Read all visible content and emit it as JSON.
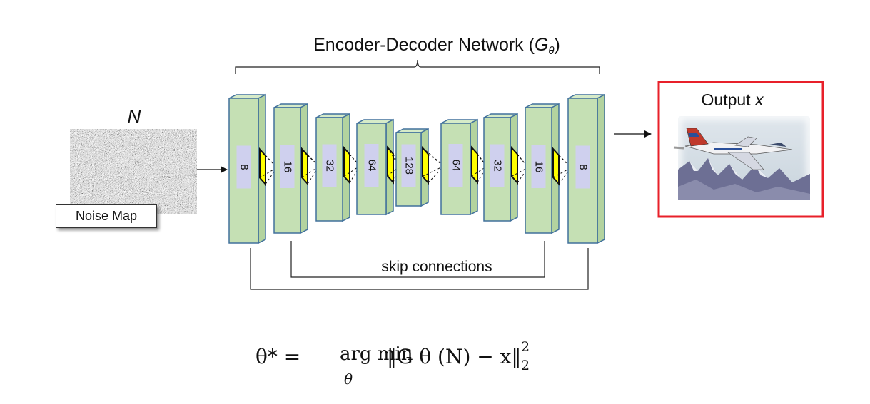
{
  "title": {
    "text": "Encoder-Decoder Network (",
    "symbol": "G",
    "subscript": "θ",
    "close": ")"
  },
  "input": {
    "symbol": "N",
    "label": "Noise Map"
  },
  "layers": [
    {
      "channels": "8"
    },
    {
      "channels": "16"
    },
    {
      "channels": "32"
    },
    {
      "channels": "64"
    },
    {
      "channels": "128"
    },
    {
      "channels": "64"
    },
    {
      "channels": "32"
    },
    {
      "channels": "16"
    },
    {
      "channels": "8"
    }
  ],
  "skip_label": "skip connections",
  "output": {
    "label": "Output",
    "symbol": "x",
    "image_subject": "fighter-jet-over-snowy-mountains",
    "frame_color": "#e8202a"
  },
  "formula": {
    "lhs": "θ* =",
    "operator": "arg min",
    "operator_sub": "θ",
    "rhs": "‖G θ (N) − x‖",
    "sup": "2",
    "sub": "2"
  },
  "colors": {
    "layer_fill": "#c5e0b4",
    "layer_edge": "#41719c",
    "label_box": "#cfd0ee",
    "kernel": "#ffff00",
    "output_frame": "#e8202a"
  }
}
